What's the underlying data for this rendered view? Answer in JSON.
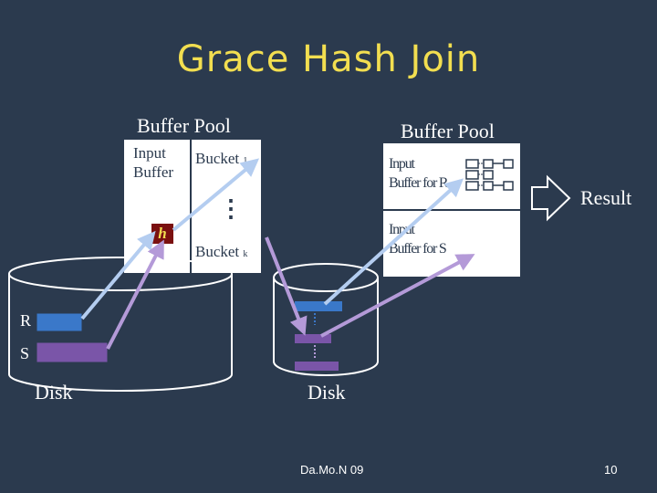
{
  "title": "Grace Hash Join",
  "left_pool": {
    "title": "Buffer Pool",
    "input_buffer": "Input\nBuffer",
    "bucket_1": "Bucket",
    "bucket_1_sub": "1",
    "hash_fn": "h",
    "bucket_k": "Bucket",
    "bucket_k_sub": "k",
    "ellipsis": "⋮"
  },
  "right_pool": {
    "title": "Buffer Pool",
    "input_r": "Input\nBuffer for R",
    "input_s": "Input\nBuffer for S"
  },
  "result": "Result",
  "left_disk": {
    "label": "Disk",
    "relation_r": "R",
    "relation_s": "S"
  },
  "right_disk": {
    "label": "Disk"
  },
  "footer": {
    "left": "Da.Mo.N 09",
    "page": "10"
  },
  "colors": {
    "background": "#2b3a4e",
    "title": "#f2de50",
    "r_partition": "#3a78c9",
    "s_partition": "#7a55a8",
    "arrow_blue": "#b4cdf0",
    "arrow_purple": "#b49ad8",
    "hash_box": "#7a1010"
  }
}
